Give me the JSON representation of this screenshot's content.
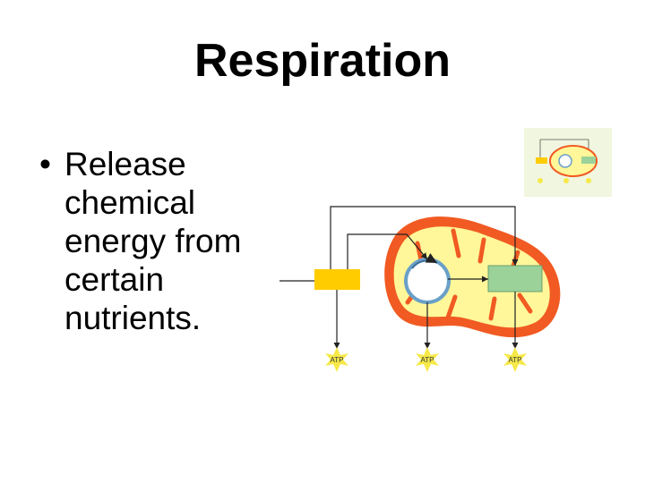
{
  "slide": {
    "title": "Respiration",
    "bullet_marker": "•",
    "bullet_text": "Release\nchemical\nenergy from\ncertain\nnutrients."
  },
  "diagram": {
    "atp_labels": [
      "ATP",
      "ATP",
      "ATP"
    ],
    "colors": {
      "outer_membrane": "#f15a22",
      "matrix": "#fff799",
      "cycle_ring": "#6aa0c8",
      "glycolysis_box": "#ffcc00",
      "etc_box": "#9ad29a",
      "atp_star": "#f6e948",
      "thumbnail_bg": "#f0f6df"
    }
  }
}
